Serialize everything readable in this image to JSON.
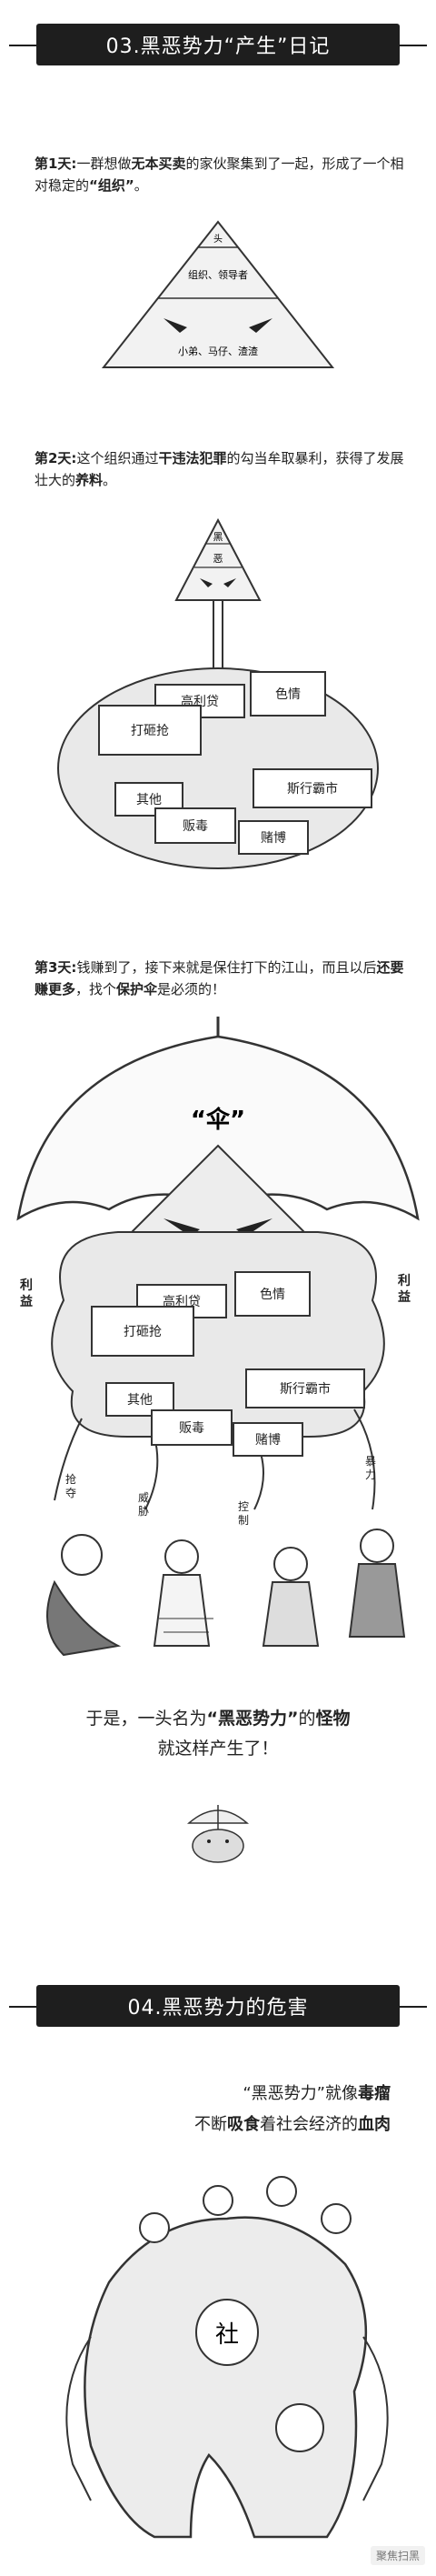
{
  "section3": {
    "title": "03.黑恶势力“产生”日记",
    "day1": {
      "label": "第1天:",
      "text_a": "一群想做",
      "bold_a": "无本买卖",
      "text_b": "的家伙聚集到了一起，形成了一个相对稳定的",
      "bold_b": "“组织”",
      "text_c": "。"
    },
    "pyramid1": {
      "top": "头",
      "middle": "组织、领导者",
      "bottom": "小弟、马仔、渣渣"
    },
    "day2": {
      "label": "第2天:",
      "text_a": "这个组织通过",
      "bold_a": "干违法犯罪",
      "text_b": "的勾当牟取暴利，获得了发展壮大的",
      "bold_b": "养料",
      "text_c": "。"
    },
    "pyramid2": {
      "top": "黑",
      "middle": "恶"
    },
    "crimes": [
      "高利贷",
      "色情",
      "打砸抢",
      "其他",
      "斯行霸市",
      "贩毒",
      "赌博"
    ],
    "day3": {
      "label": "第3天:",
      "text_a": "钱赚到了，接下来就是保住打下的江山，而且以后",
      "bold_a": "还要赚更多",
      "text_b": "，找个",
      "bold_b": "保护伞",
      "text_c": "是必须的！"
    },
    "umbrella_label": "“伞”",
    "side_left": "利益",
    "side_right": "利益",
    "tentacles": [
      "抢夺",
      "威胁",
      "控制",
      "暴力"
    ],
    "conclusion": {
      "line1_a": "于是，一头名为",
      "line1_bold": "“黑恶势力”",
      "line1_b": "的",
      "line1_bold2": "怪物",
      "line2": "就这样产生了！"
    }
  },
  "section4": {
    "title": "04.黑恶势力的危害",
    "line1_a": "“黑恶势力”就像",
    "line1_bold": "毒瘤",
    "line2_a": "不断",
    "line2_bold": "吸食",
    "line2_b": "着社会经济的",
    "line2_bold2": "血肉",
    "monster_mark": "社",
    "watermark": "聚焦扫黑"
  }
}
